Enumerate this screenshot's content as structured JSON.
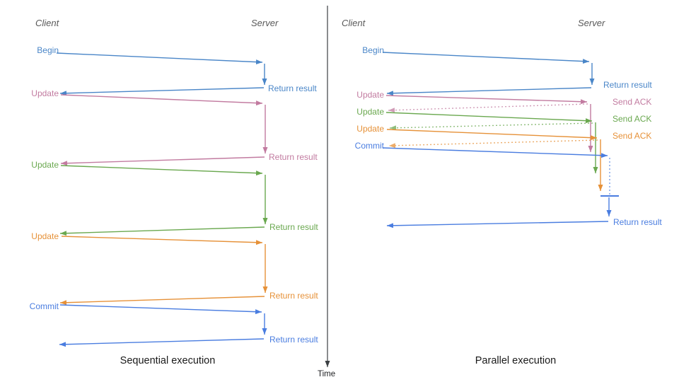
{
  "sequential": {
    "caption": "Sequential execution",
    "client_header": "Client",
    "server_header": "Server",
    "steps": {
      "begin": {
        "label": "Begin",
        "result": "Return result"
      },
      "update1": {
        "label": "Update",
        "result": "Return result"
      },
      "update2": {
        "label": "Update",
        "result": "Return result"
      },
      "update3": {
        "label": "Update",
        "result": "Return result"
      },
      "commit": {
        "label": "Commit",
        "result": "Return result"
      }
    }
  },
  "parallel": {
    "caption": "Parallel execution",
    "client_header": "Client",
    "server_header": "Server",
    "steps": {
      "begin": {
        "label": "Begin",
        "result": "Return result"
      },
      "update1": {
        "label": "Update",
        "ack": "Send ACK"
      },
      "update2": {
        "label": "Update",
        "ack": "Send ACK"
      },
      "update3": {
        "label": "Update",
        "ack": "Send ACK"
      },
      "commit": {
        "label": "Commit",
        "result": "Return result"
      }
    }
  },
  "time_axis": {
    "label": "Time"
  },
  "colors": {
    "begin_blue": "#4a86c8",
    "update_pink": "#c27ba0",
    "update_green": "#6aa84f",
    "update_orange": "#e69138",
    "commit_blue": "#4a7de0",
    "header_gray": "#595959",
    "axis_gray": "#3c4043"
  }
}
